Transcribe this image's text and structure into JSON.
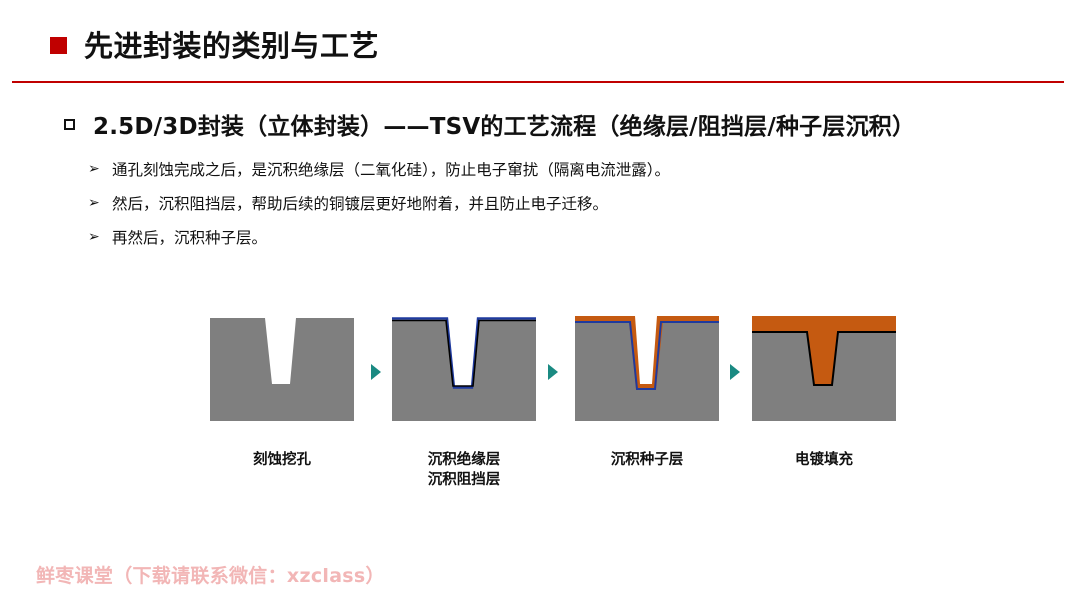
{
  "header": {
    "title": "先进封装的类别与工艺",
    "accent_color": "#c00000"
  },
  "section": {
    "heading": "2.5D/3D封装（立体封装）——TSV的工艺流程（绝缘层/阻挡层/种子层沉积）",
    "bullets": [
      "通孔刻蚀完成之后，是沉积绝缘层（二氧化硅），防止电子窜扰（隔离电流泄露）。",
      "然后，沉积阻挡层，帮助后续的铜镀层更好地附着，并且防止电子迁移。",
      "再然后，沉积种子层。"
    ],
    "bullet_marker": "➢"
  },
  "process": {
    "colors": {
      "silicon": "#7f7f7f",
      "barrier": "#1f3a9e",
      "insulator": "#000000",
      "copper": "#c55a11",
      "arrow": "#1a8a82"
    },
    "steps": [
      {
        "caption_lines": [
          "刻蚀挖孔"
        ]
      },
      {
        "caption_lines": [
          "沉积绝缘层",
          "沉积阻挡层"
        ]
      },
      {
        "caption_lines": [
          "沉积种子层"
        ]
      },
      {
        "caption_lines": [
          "电镀填充"
        ]
      }
    ]
  },
  "watermark": "鲜枣课堂（下载请联系微信：xzclass）"
}
